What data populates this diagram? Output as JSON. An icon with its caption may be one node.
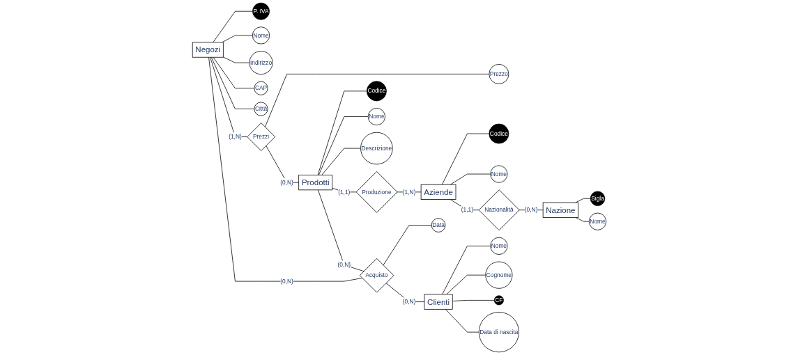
{
  "diagram": {
    "nodes": [
      {
        "text": [
          "P. IVA"
        ]
      },
      {
        "text": [
          "Nome"
        ]
      },
      {
        "text": [
          "Indirizzo"
        ]
      },
      {
        "text": [
          "Prezzo"
        ]
      },
      {
        "text": [
          "Codice"
        ]
      },
      {
        "text": [
          "Nome"
        ]
      },
      {
        "text": [
          "Descrizione"
        ]
      },
      {
        "text": [
          "Codice"
        ]
      },
      {
        "text": [
          "Nome"
        ]
      },
      {
        "text": [
          "CAP"
        ]
      },
      {
        "text": [
          "Città"
        ]
      },
      {
        "text": [
          "Negozi"
        ]
      },
      {
        "text": [
          "Prezzi"
        ]
      },
      {
        "text": [
          "Prodotti"
        ]
      },
      {
        "text": [
          "Produzione"
        ]
      },
      {
        "text": [
          "Aziende"
        ]
      },
      {
        "text": [
          "Data"
        ]
      },
      {
        "text": [
          "Acquisto"
        ]
      },
      {
        "text": [
          "Nazionalità"
        ]
      },
      {
        "text": [
          "Nome"
        ]
      },
      {
        "text": [
          "Cognome"
        ]
      },
      {
        "text": [
          "Sigla"
        ]
      },
      {
        "text": [
          "CF"
        ]
      },
      {
        "text": [
          "Data di nascita"
        ]
      },
      {
        "text": [
          "Clienti"
        ]
      },
      {
        "text": [
          "Nome"
        ]
      },
      {
        "text": [
          "Nazione"
        ]
      }
    ],
    "edges": [
      {
        "from": 11,
        "to": 0,
        "arrow": "none"
      },
      {
        "from": 11,
        "to": 1,
        "arrow": "none"
      },
      {
        "from": 11,
        "to": 2,
        "arrow": "none"
      },
      {
        "from": 11,
        "to": 9,
        "arrow": "none"
      },
      {
        "from": 11,
        "to": 10,
        "arrow": "none"
      },
      {
        "from": 12,
        "to": 3,
        "arrow": "none"
      },
      {
        "from": 13,
        "to": 4,
        "arrow": "none"
      },
      {
        "from": 13,
        "to": 5,
        "arrow": "none"
      },
      {
        "from": 13,
        "to": 6,
        "arrow": "none"
      },
      {
        "from": 15,
        "to": 7,
        "arrow": "none"
      },
      {
        "from": 15,
        "to": 8,
        "arrow": "none"
      },
      {
        "from": 17,
        "to": 16,
        "arrow": "none"
      },
      {
        "from": 24,
        "to": 19,
        "arrow": "none"
      },
      {
        "from": 24,
        "to": 20,
        "arrow": "none"
      },
      {
        "from": 24,
        "to": 22,
        "arrow": "none"
      },
      {
        "from": 24,
        "to": 23,
        "arrow": "none"
      },
      {
        "from": 26,
        "to": 21,
        "arrow": "none"
      },
      {
        "from": 26,
        "to": 25,
        "arrow": "none"
      },
      {
        "from": 11,
        "to": 12,
        "label": "(1,N)",
        "arrow": "none"
      },
      {
        "from": 12,
        "to": 13,
        "label": "(0,N)",
        "arrow": "none"
      },
      {
        "from": 13,
        "to": 14,
        "label": "(1,1)",
        "arrow": "none"
      },
      {
        "from": 14,
        "to": 15,
        "label": "(1,N)",
        "arrow": "none"
      },
      {
        "from": 15,
        "to": 18,
        "label": "(1,1)",
        "arrow": "none"
      },
      {
        "from": 18,
        "to": 26,
        "label": "(0,N)",
        "arrow": "none"
      },
      {
        "from": 11,
        "to": 17,
        "label": "(0,N)",
        "arrow": "none"
      },
      {
        "from": 13,
        "to": 17,
        "label": "(0,N)",
        "arrow": "none"
      },
      {
        "from": 17,
        "to": 24,
        "label": "(0,N)",
        "arrow": "none"
      }
    ]
  }
}
